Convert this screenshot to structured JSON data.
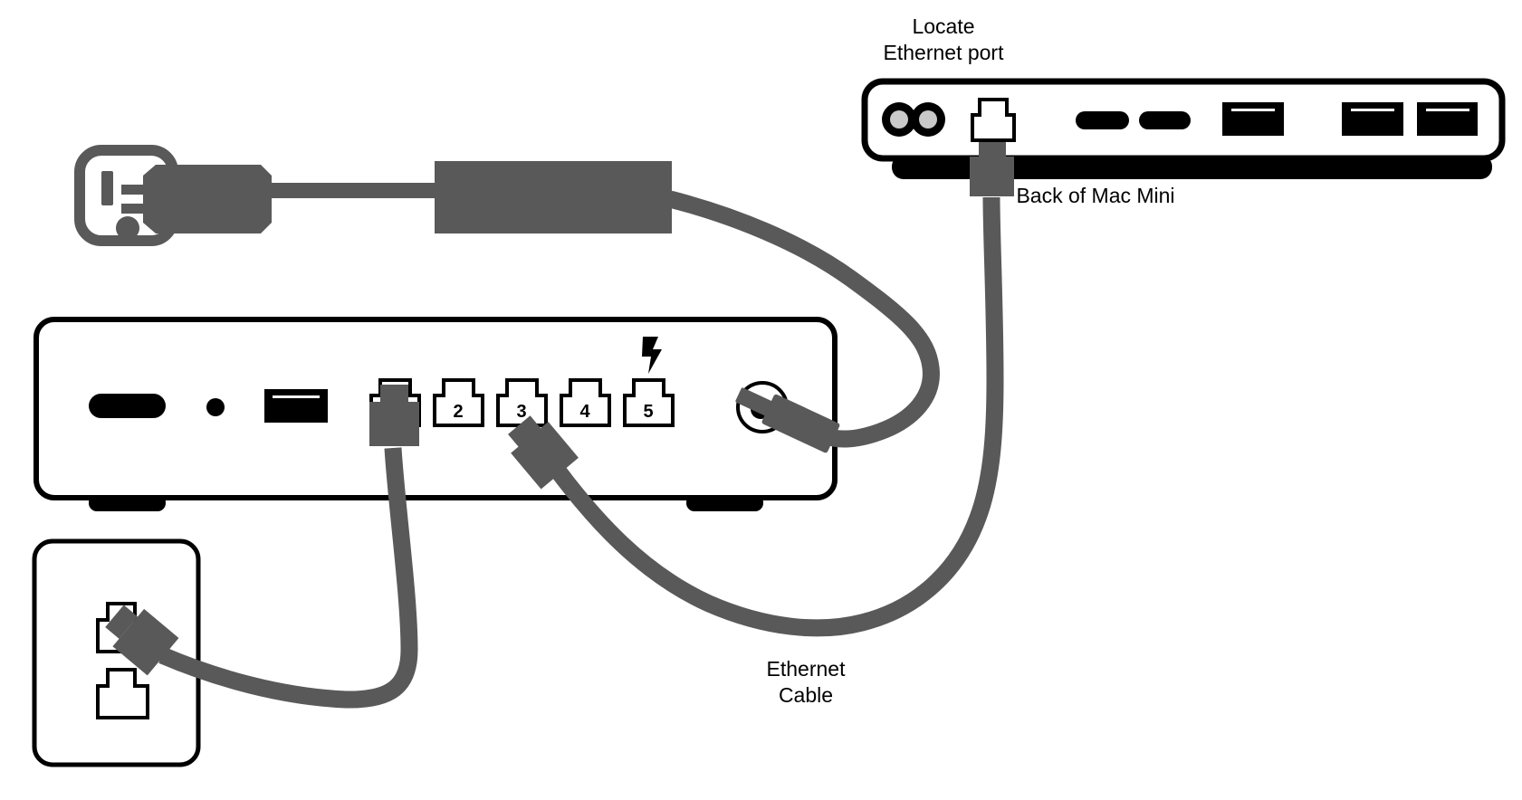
{
  "labels": {
    "locate_line1": "Locate",
    "locate_line2": "Ethernet port",
    "back_of_mac_mini": "Back of Mac Mini",
    "ethernet_cable_line1": "Ethernet",
    "ethernet_cable_line2": "Cable"
  },
  "router": {
    "port_labels": [
      "2",
      "3",
      "4",
      "5"
    ]
  },
  "colors": {
    "cable_gray": "#595959",
    "outline_black": "#000000",
    "socket_inner_gray": "#c9c9c9",
    "background": "#ffffff"
  }
}
